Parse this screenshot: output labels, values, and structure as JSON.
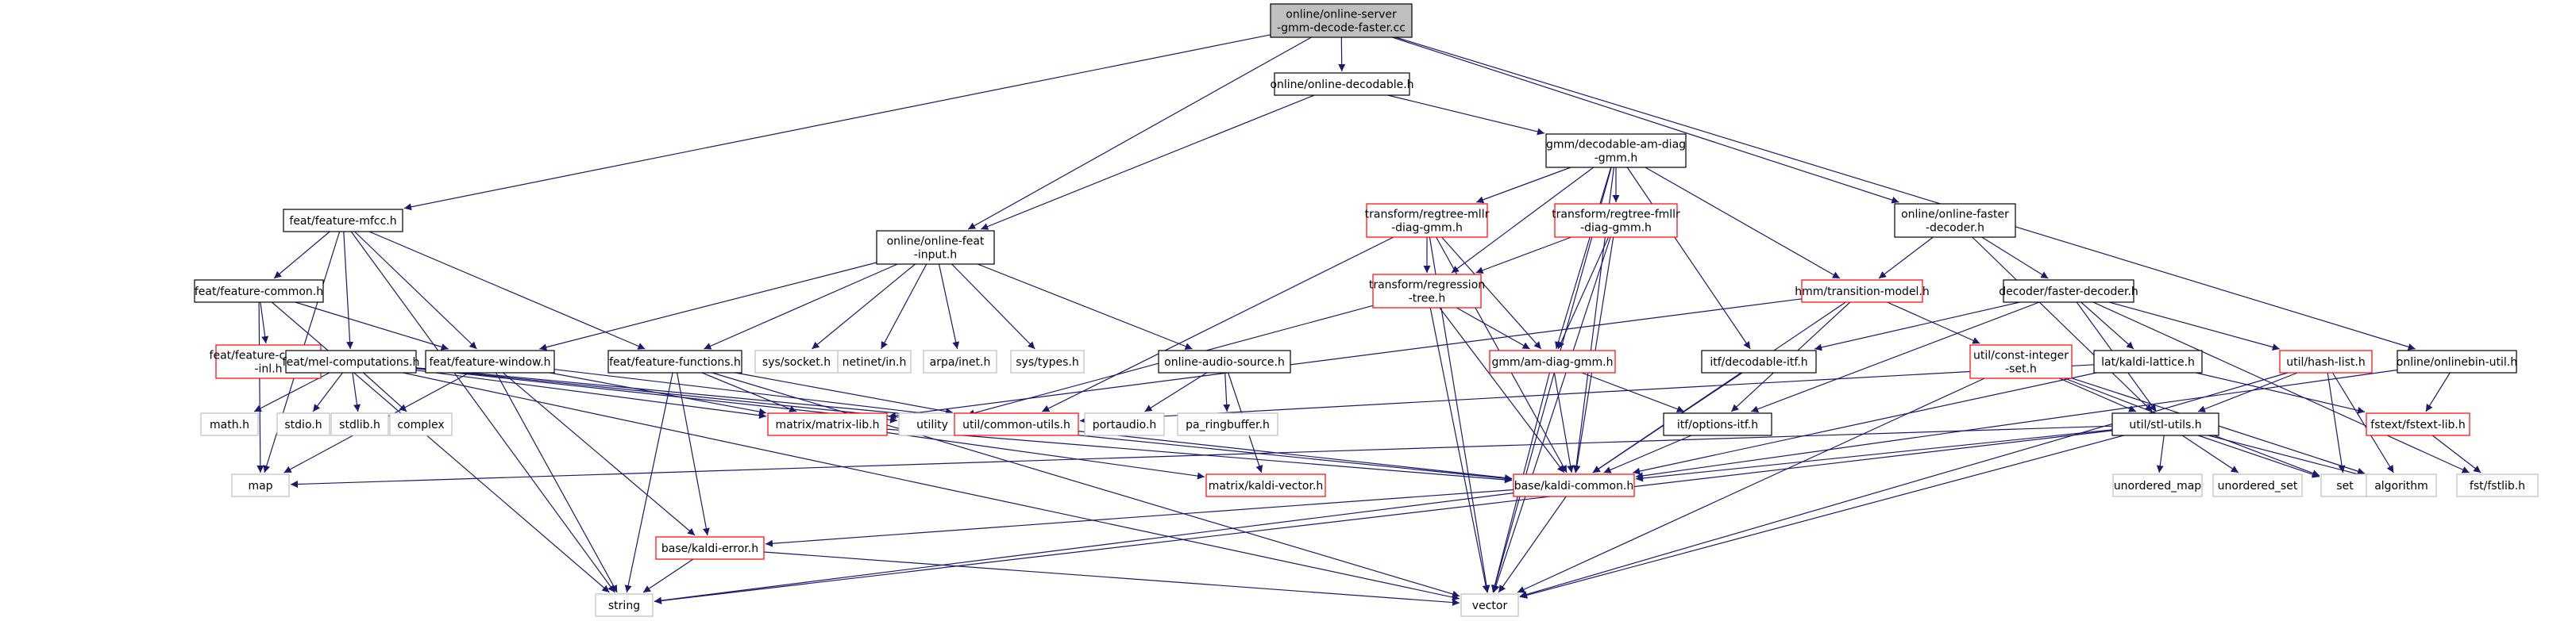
{
  "colors": {
    "root_fill": "#bfbfbf",
    "documented_border": "#000000",
    "undocumented_border": "#ff0000",
    "system_border": "#bfbfbf",
    "edge": "#191970"
  },
  "nodes": [
    {
      "id": "root",
      "kind": "root",
      "lines": [
        "online/online-server",
        "-gmm-decode-faster.cc"
      ]
    },
    {
      "id": "od",
      "kind": "doc",
      "lines": [
        "online/online-decodable.h"
      ]
    },
    {
      "id": "dam",
      "kind": "doc",
      "lines": [
        "gmm/decodable-am-diag",
        "-gmm.h"
      ]
    },
    {
      "id": "ff",
      "kind": "doc",
      "lines": [
        "online/online-faster",
        "-decoder.h"
      ]
    },
    {
      "id": "ofi",
      "kind": "doc",
      "lines": [
        "online/online-feat",
        "-input.h"
      ]
    },
    {
      "id": "mfcc",
      "kind": "doc",
      "lines": [
        "feat/feature-mfcc.h"
      ]
    },
    {
      "id": "mllr",
      "kind": "red",
      "lines": [
        "transform/regtree-mllr",
        "-diag-gmm.h"
      ]
    },
    {
      "id": "fmllr",
      "kind": "red",
      "lines": [
        "transform/regtree-fmllr",
        "-diag-gmm.h"
      ]
    },
    {
      "id": "hmm",
      "kind": "red",
      "lines": [
        "hmm/transition-model.h"
      ]
    },
    {
      "id": "fd",
      "kind": "doc",
      "lines": [
        "decoder/faster-decoder.h"
      ]
    },
    {
      "id": "ou",
      "kind": "doc",
      "lines": [
        "online/onlinebin-util.h"
      ]
    },
    {
      "id": "fc",
      "kind": "doc",
      "lines": [
        "feat/feature-common.h"
      ]
    },
    {
      "id": "rt",
      "kind": "red",
      "lines": [
        "transform/regression",
        "-tree.h"
      ]
    },
    {
      "id": "fci",
      "kind": "red",
      "lines": [
        "feat/feature-common",
        "-inl.h"
      ]
    },
    {
      "id": "mel",
      "kind": "doc",
      "lines": [
        "feat/mel-computations.h"
      ]
    },
    {
      "id": "fw",
      "kind": "doc",
      "lines": [
        "feat/feature-window.h"
      ]
    },
    {
      "id": "ffn",
      "kind": "doc",
      "lines": [
        "feat/feature-functions.h"
      ]
    },
    {
      "id": "sock",
      "kind": "sys",
      "lines": [
        "sys/socket.h"
      ]
    },
    {
      "id": "netin",
      "kind": "sys",
      "lines": [
        "netinet/in.h"
      ]
    },
    {
      "id": "arpa",
      "kind": "sys",
      "lines": [
        "arpa/inet.h"
      ]
    },
    {
      "id": "types",
      "kind": "sys",
      "lines": [
        "sys/types.h"
      ]
    },
    {
      "id": "oas",
      "kind": "doc",
      "lines": [
        "online-audio-source.h"
      ]
    },
    {
      "id": "amg",
      "kind": "red",
      "lines": [
        "gmm/am-diag-gmm.h"
      ]
    },
    {
      "id": "ditf",
      "kind": "doc",
      "lines": [
        "itf/decodable-itf.h"
      ]
    },
    {
      "id": "cis",
      "kind": "red",
      "lines": [
        "util/const-integer",
        "-set.h"
      ]
    },
    {
      "id": "lat",
      "kind": "doc",
      "lines": [
        "lat/kaldi-lattice.h"
      ]
    },
    {
      "id": "hl",
      "kind": "red",
      "lines": [
        "util/hash-list.h"
      ]
    },
    {
      "id": "math",
      "kind": "sys",
      "lines": [
        "math.h"
      ]
    },
    {
      "id": "stdio",
      "kind": "sys",
      "lines": [
        "stdio.h"
      ]
    },
    {
      "id": "stdlib",
      "kind": "sys",
      "lines": [
        "stdlib.h"
      ]
    },
    {
      "id": "complex",
      "kind": "sys",
      "lines": [
        "complex"
      ]
    },
    {
      "id": "ml",
      "kind": "red",
      "lines": [
        "matrix/matrix-lib.h"
      ]
    },
    {
      "id": "util",
      "kind": "sys",
      "lines": [
        "utility"
      ]
    },
    {
      "id": "cu",
      "kind": "red",
      "lines": [
        "util/common-utils.h"
      ]
    },
    {
      "id": "pa",
      "kind": "sys",
      "lines": [
        "portaudio.h"
      ]
    },
    {
      "id": "rb",
      "kind": "sys",
      "lines": [
        "pa_ringbuffer.h"
      ]
    },
    {
      "id": "oi",
      "kind": "doc",
      "lines": [
        "itf/options-itf.h"
      ]
    },
    {
      "id": "stl",
      "kind": "doc",
      "lines": [
        "util/stl-utils.h"
      ]
    },
    {
      "id": "fst",
      "kind": "red",
      "lines": [
        "fstext/fstext-lib.h"
      ]
    },
    {
      "id": "map",
      "kind": "sys",
      "lines": [
        "map"
      ]
    },
    {
      "id": "kv",
      "kind": "red",
      "lines": [
        "matrix/kaldi-vector.h"
      ]
    },
    {
      "id": "kc",
      "kind": "red",
      "lines": [
        "base/kaldi-common.h"
      ]
    },
    {
      "id": "um",
      "kind": "sys",
      "lines": [
        "unordered_map"
      ]
    },
    {
      "id": "us",
      "kind": "sys",
      "lines": [
        "unordered_set"
      ]
    },
    {
      "id": "set",
      "kind": "sys",
      "lines": [
        "set"
      ]
    },
    {
      "id": "alg",
      "kind": "sys",
      "lines": [
        "algorithm"
      ]
    },
    {
      "id": "fstlib",
      "kind": "sys",
      "lines": [
        "fst/fstlib.h"
      ]
    },
    {
      "id": "ke",
      "kind": "red",
      "lines": [
        "base/kaldi-error.h"
      ]
    },
    {
      "id": "str",
      "kind": "sys",
      "lines": [
        "string"
      ]
    },
    {
      "id": "vec",
      "kind": "sys",
      "lines": [
        "vector"
      ]
    }
  ],
  "edges": [
    [
      "root",
      "od"
    ],
    [
      "root",
      "ofi"
    ],
    [
      "root",
      "mfcc"
    ],
    [
      "root",
      "ff"
    ],
    [
      "root",
      "ou"
    ],
    [
      "od",
      "dam"
    ],
    [
      "od",
      "ofi"
    ],
    [
      "dam",
      "mllr"
    ],
    [
      "dam",
      "fmllr"
    ],
    [
      "dam",
      "rt"
    ],
    [
      "dam",
      "amg"
    ],
    [
      "dam",
      "ditf"
    ],
    [
      "dam",
      "hmm"
    ],
    [
      "dam",
      "kc"
    ],
    [
      "dam",
      "vec"
    ],
    [
      "ff",
      "hmm"
    ],
    [
      "ff",
      "fd"
    ],
    [
      "ff",
      "stl"
    ],
    [
      "mfcc",
      "fc"
    ],
    [
      "mfcc",
      "mel"
    ],
    [
      "mfcc",
      "fw"
    ],
    [
      "mfcc",
      "ffn"
    ],
    [
      "mfcc",
      "map"
    ],
    [
      "mfcc",
      "str"
    ],
    [
      "fc",
      "fci"
    ],
    [
      "fc",
      "fw"
    ],
    [
      "fc",
      "map"
    ],
    [
      "fc",
      "str"
    ],
    [
      "ofi",
      "fw"
    ],
    [
      "ofi",
      "ffn"
    ],
    [
      "ofi",
      "sock"
    ],
    [
      "ofi",
      "netin"
    ],
    [
      "ofi",
      "arpa"
    ],
    [
      "ofi",
      "types"
    ],
    [
      "ofi",
      "oas"
    ],
    [
      "mllr",
      "rt"
    ],
    [
      "mllr",
      "amg"
    ],
    [
      "mllr",
      "cu"
    ],
    [
      "mllr",
      "kc"
    ],
    [
      "mllr",
      "vec"
    ],
    [
      "fmllr",
      "rt"
    ],
    [
      "fmllr",
      "amg"
    ],
    [
      "fmllr",
      "kc"
    ],
    [
      "fmllr",
      "vec"
    ],
    [
      "rt",
      "amg"
    ],
    [
      "rt",
      "util"
    ],
    [
      "rt",
      "kc"
    ],
    [
      "rt",
      "vec"
    ],
    [
      "hmm",
      "cis"
    ],
    [
      "hmm",
      "oi"
    ],
    [
      "hmm",
      "kc"
    ],
    [
      "hmm",
      "ml"
    ],
    [
      "fd",
      "ditf"
    ],
    [
      "fd",
      "lat"
    ],
    [
      "fd",
      "hl"
    ],
    [
      "fd",
      "stl"
    ],
    [
      "fd",
      "oi"
    ],
    [
      "fd",
      "fstlib"
    ],
    [
      "ou",
      "fst"
    ],
    [
      "ou",
      "kc"
    ],
    [
      "mel",
      "math"
    ],
    [
      "mel",
      "stdio"
    ],
    [
      "mel",
      "stdlib"
    ],
    [
      "mel",
      "complex"
    ],
    [
      "mel",
      "ml"
    ],
    [
      "mel",
      "util"
    ],
    [
      "mel",
      "cu"
    ],
    [
      "mel",
      "kc"
    ],
    [
      "mel",
      "vec"
    ],
    [
      "fw",
      "ml"
    ],
    [
      "fw",
      "cu"
    ],
    [
      "fw",
      "map"
    ],
    [
      "fw",
      "str"
    ],
    [
      "fw",
      "ke"
    ],
    [
      "ffn",
      "ml"
    ],
    [
      "ffn",
      "cu"
    ],
    [
      "ffn",
      "str"
    ],
    [
      "ffn",
      "vec"
    ],
    [
      "ffn",
      "ke"
    ],
    [
      "oas",
      "pa"
    ],
    [
      "oas",
      "rb"
    ],
    [
      "oas",
      "kv"
    ],
    [
      "amg",
      "oi"
    ],
    [
      "amg",
      "kc"
    ],
    [
      "amg",
      "vec"
    ],
    [
      "ditf",
      "kc"
    ],
    [
      "cis",
      "stl"
    ],
    [
      "cis",
      "set"
    ],
    [
      "cis",
      "alg"
    ],
    [
      "cis",
      "vec"
    ],
    [
      "lat",
      "cu"
    ],
    [
      "lat",
      "fst"
    ],
    [
      "lat",
      "kc"
    ],
    [
      "hl",
      "stl"
    ],
    [
      "hl",
      "set"
    ],
    [
      "hl",
      "alg"
    ],
    [
      "hl",
      "vec"
    ],
    [
      "ml",
      "kv"
    ],
    [
      "ml",
      "kc"
    ],
    [
      "cu",
      "kc"
    ],
    [
      "oi",
      "kc"
    ],
    [
      "stl",
      "kc"
    ],
    [
      "stl",
      "um"
    ],
    [
      "stl",
      "us"
    ],
    [
      "stl",
      "set"
    ],
    [
      "stl",
      "alg"
    ],
    [
      "stl",
      "map"
    ],
    [
      "stl",
      "str"
    ],
    [
      "stl",
      "vec"
    ],
    [
      "fst",
      "fstlib"
    ],
    [
      "kc",
      "ke"
    ],
    [
      "kc",
      "str"
    ],
    [
      "kc",
      "vec"
    ],
    [
      "ke",
      "str"
    ],
    [
      "ke",
      "vec"
    ]
  ]
}
